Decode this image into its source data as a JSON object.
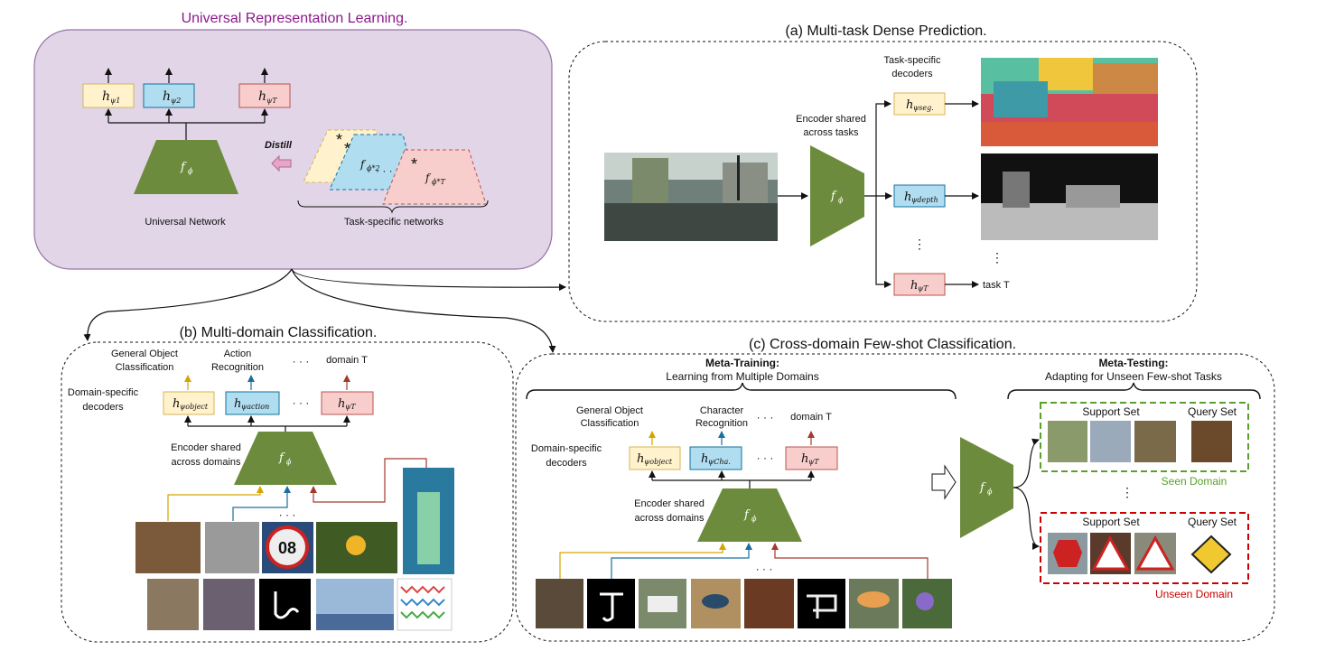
{
  "url_title": "Universal Representation Learning.",
  "url_heads": [
    "h",
    "h",
    "h"
  ],
  "url_head_subs": [
    "ψ1",
    "ψ2",
    "ψT"
  ],
  "url_encoder": "f",
  "url_encoder_sub": "ϕ",
  "distill": "Distill",
  "task_nets": [
    "f",
    "f"
  ],
  "task_net_subs": [
    "ϕ*2",
    "ϕ*T"
  ],
  "universal_network": "Universal Network",
  "task_specific_networks": "Task-specific networks",
  "a_title": "(a) Multi-task Dense Prediction.",
  "a_task_decoders": [
    "Task-specific",
    "decoders"
  ],
  "a_encoder_label": [
    "Encoder shared",
    "across tasks"
  ],
  "a_heads_subs": [
    "ψseg.",
    "ψdepth",
    "ψT"
  ],
  "a_task_t": "task T",
  "b_title": "(b) Multi-domain Classification.",
  "b_tasks": [
    [
      "General Object",
      "Classification"
    ],
    [
      "Action",
      "Recognition"
    ],
    [
      "domain T"
    ]
  ],
  "b_decoders": [
    "Domain-specific",
    "decoders"
  ],
  "b_heads_subs": [
    "ψobject",
    "ψaction",
    "ψT"
  ],
  "b_encoder_label": [
    "Encoder shared",
    "across domains"
  ],
  "c_title": "(c) Cross-domain Few-shot Classification.",
  "c_meta_train": [
    "Meta-Training:",
    "Learning from Multiple Domains"
  ],
  "c_meta_test": [
    "Meta-Testing:",
    "Adapting for Unseen Few-shot Tasks"
  ],
  "c_tasks": [
    [
      "General Object",
      "Classification"
    ],
    [
      "Character",
      "Recognition"
    ],
    [
      "domain T"
    ]
  ],
  "c_decoders": [
    "Domain-specific",
    "decoders"
  ],
  "c_heads_subs": [
    "ψobject",
    "ψCha.",
    "ψT"
  ],
  "c_encoder_label": [
    "Encoder shared",
    "across domains"
  ],
  "support_set": "Support Set",
  "query_set": "Query Set",
  "seen_domain": "Seen Domain",
  "unseen_domain": "Unseen Domain",
  "ellipsis": "· · ·",
  "colors": {
    "purple_panel": "#e1d5e7",
    "purple_border": "#9673a6",
    "title_purple": "#8b1a8b",
    "yellow": "#fff2cc",
    "yellow_b": "#d6b656",
    "blue": "#b1ddf0",
    "blue_b": "#10739e",
    "red": "#f8cecc",
    "red_b": "#b85450",
    "green": "#6d8b3d",
    "seen": "#5aa02c",
    "unseen": "#cc0000"
  }
}
